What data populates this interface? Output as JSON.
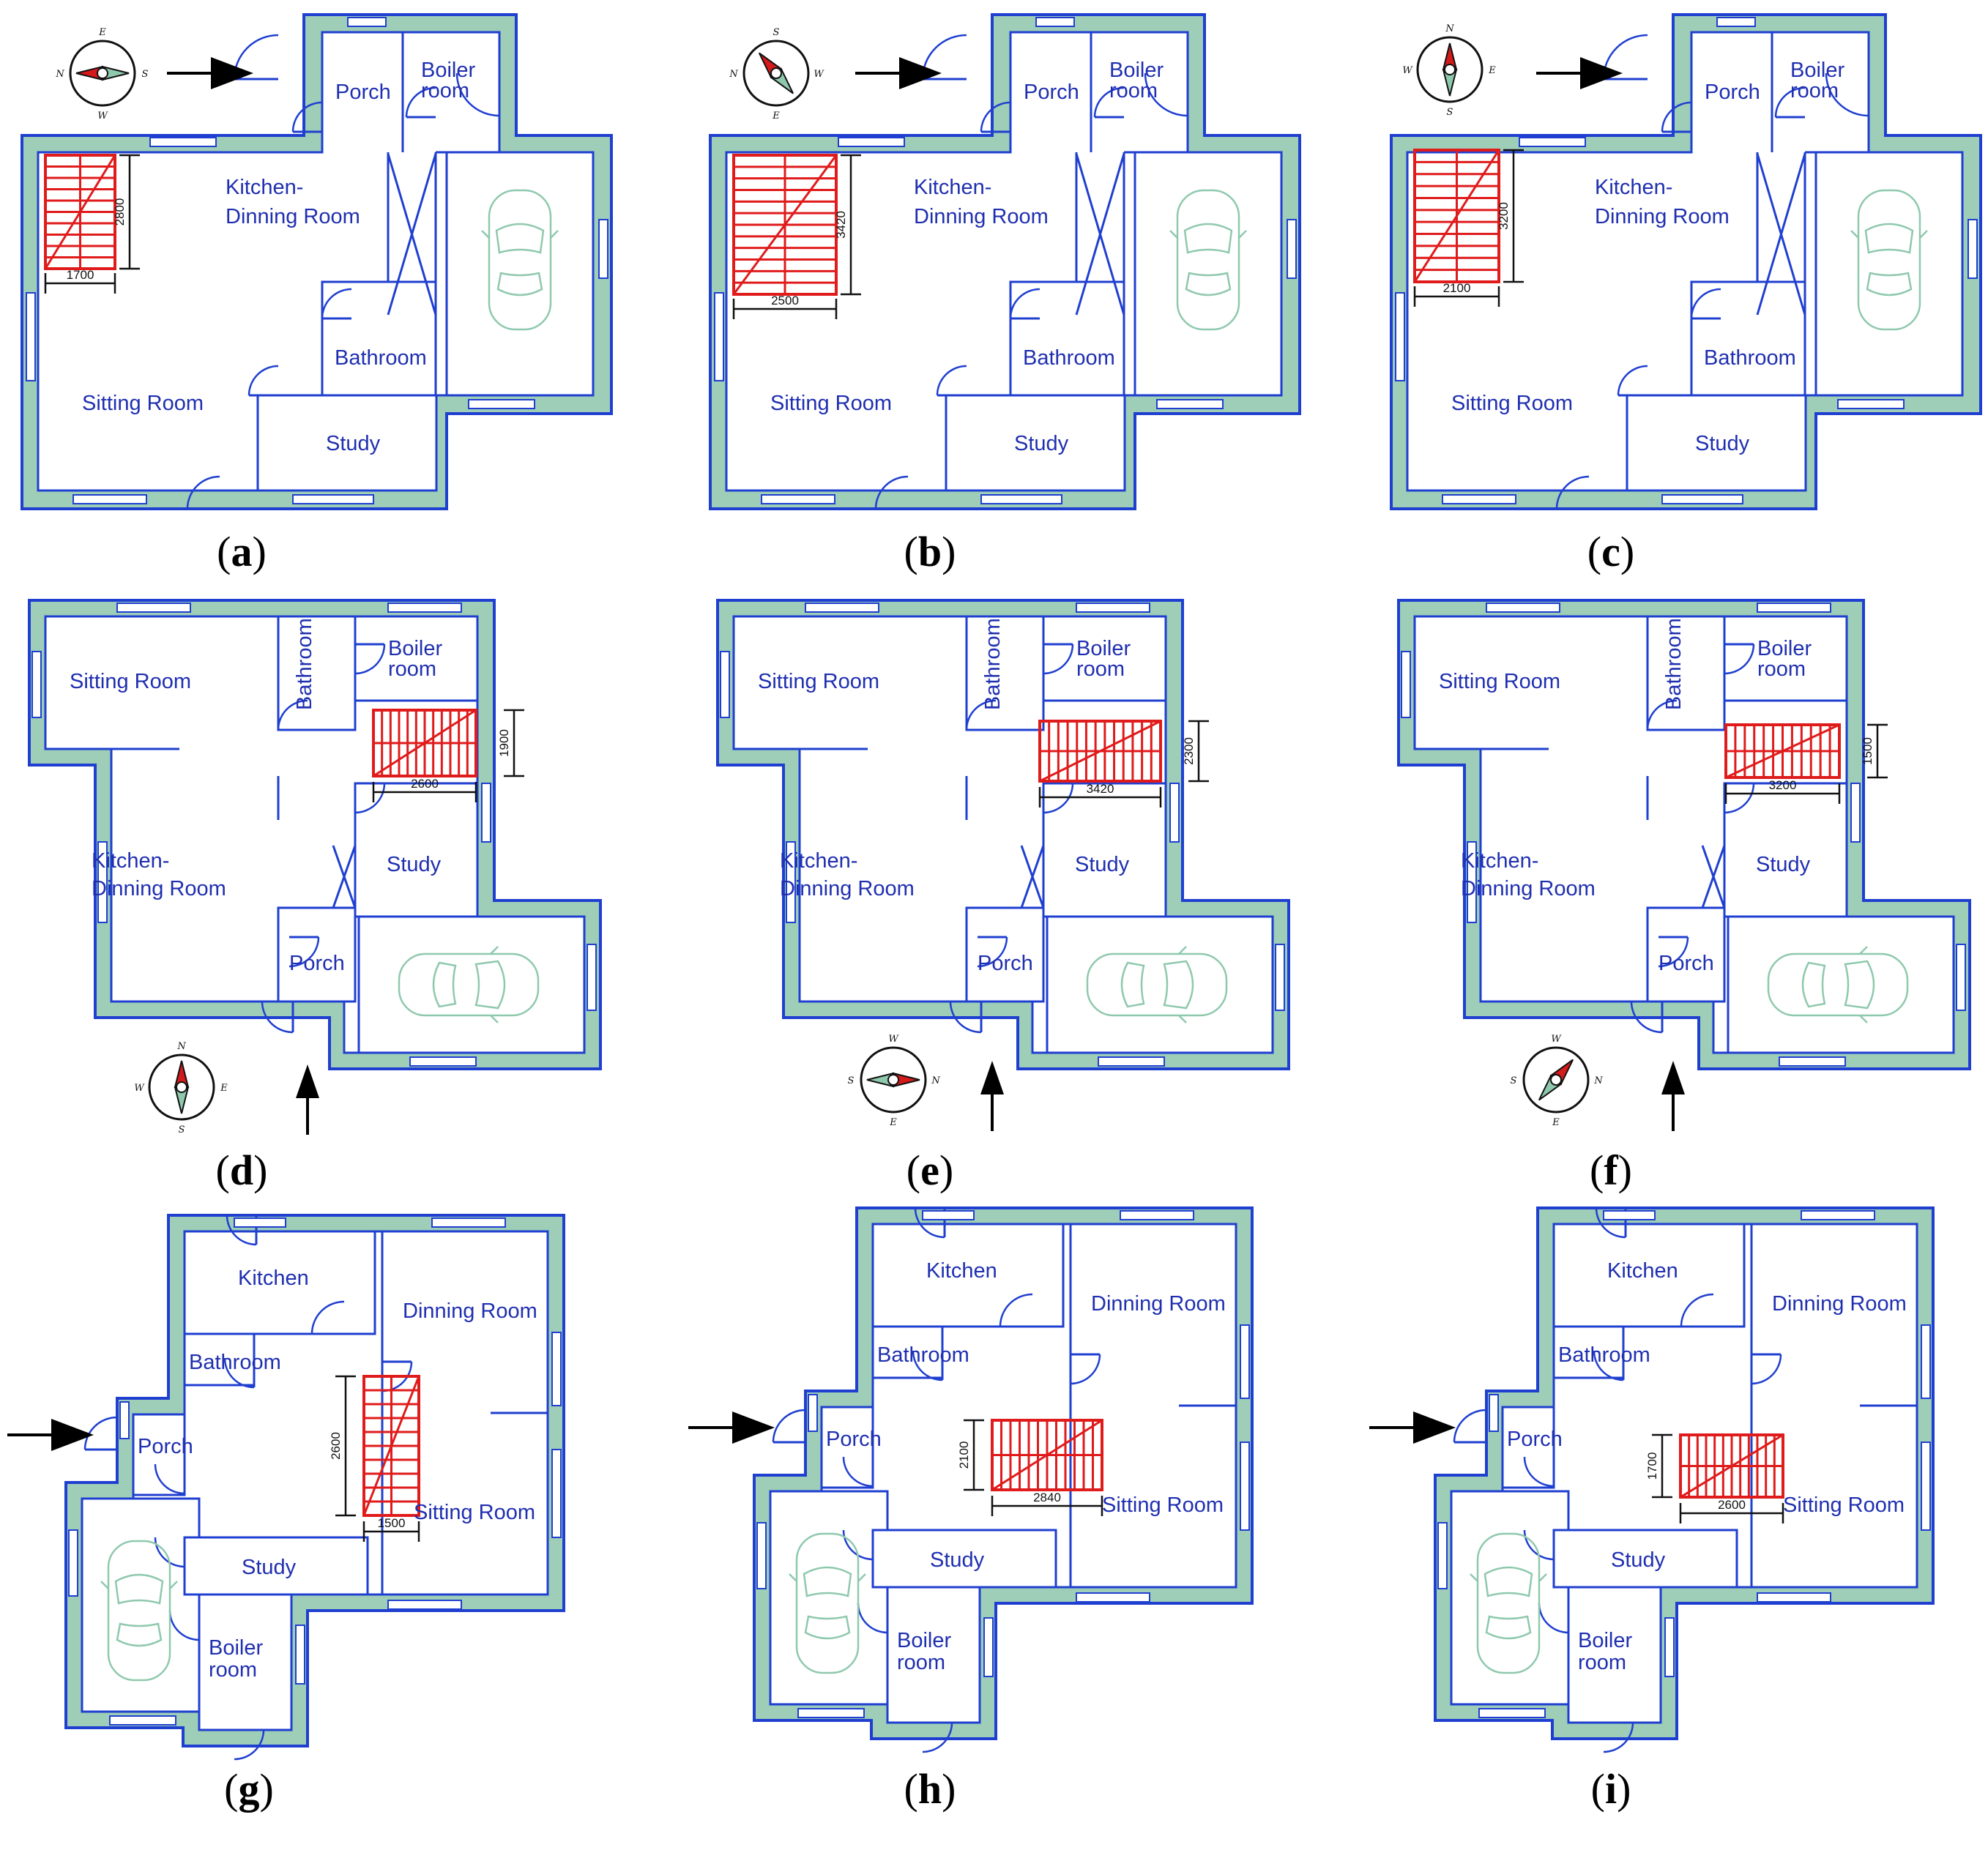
{
  "colors": {
    "wall": "#9ecdb8",
    "outline": "#1f3fd0",
    "stair": "#e01b1b",
    "label": "#1f2fb0",
    "car": "#8fc9ad"
  },
  "panels": [
    {
      "caption": "a",
      "rooms": {
        "porch": "Porch",
        "boiler_l1": "Boiler",
        "boiler_l2": "room",
        "kitchen_l1": "Kitchen-",
        "kitchen_l2": "Dinning Room",
        "bathroom": "Bathroom",
        "sitting": "Sitting Room",
        "study": "Study"
      },
      "dims": {
        "vertical": "2800",
        "horizontal": "1700"
      },
      "compass": {
        "top": "E",
        "right": "S",
        "bottom": "W",
        "left": "N"
      },
      "entrance_arrow": "arrow-right"
    },
    {
      "caption": "b",
      "rooms": {
        "porch": "Porch",
        "boiler_l1": "Boiler",
        "boiler_l2": "room",
        "kitchen_l1": "Kitchen-",
        "kitchen_l2": "Dinning Room",
        "bathroom": "Bathroom",
        "sitting": "Sitting Room",
        "study": "Study"
      },
      "dims": {
        "vertical": "3420",
        "horizontal": "2500"
      },
      "compass": {
        "top": "S",
        "right": "W",
        "bottom": "E",
        "left": "N"
      },
      "entrance_arrow": "arrow-right"
    },
    {
      "caption": "c",
      "rooms": {
        "porch": "Porch",
        "boiler_l1": "Boiler",
        "boiler_l2": "room",
        "kitchen_l1": "Kitchen-",
        "kitchen_l2": "Dinning Room",
        "bathroom": "Bathroom",
        "sitting": "Sitting Room",
        "study": "Study"
      },
      "dims": {
        "vertical": "3200",
        "horizontal": "2100"
      },
      "compass": {
        "top": "N",
        "right": "E",
        "bottom": "S",
        "left": "W"
      },
      "entrance_arrow": "arrow-right"
    },
    {
      "caption": "d",
      "rooms": {
        "sitting": "Sitting Room",
        "bathroom": "Bathroom",
        "boiler_l1": "Boiler",
        "boiler_l2": "room",
        "kitchen_l1": "Kitchen-",
        "kitchen_l2": "Dinning Room",
        "study": "Study",
        "porch": "Porch"
      },
      "dims": {
        "vertical": "1900",
        "horizontal": "2600"
      },
      "compass": {
        "top": "N",
        "right": "E",
        "bottom": "S",
        "left": "W"
      },
      "entrance_arrow": "arrow-up"
    },
    {
      "caption": "e",
      "rooms": {
        "sitting": "Sitting Room",
        "bathroom": "Bathroom",
        "boiler_l1": "Boiler",
        "boiler_l2": "room",
        "kitchen_l1": "Kitchen-",
        "kitchen_l2": "Dinning Room",
        "study": "Study",
        "porch": "Porch"
      },
      "dims": {
        "vertical": "2300",
        "horizontal": "3420"
      },
      "compass": {
        "top": "W",
        "right": "N",
        "bottom": "E",
        "left": "S"
      },
      "entrance_arrow": "arrow-up"
    },
    {
      "caption": "f",
      "rooms": {
        "sitting": "Sitting Room",
        "bathroom": "Bathroom",
        "boiler_l1": "Boiler",
        "boiler_l2": "room",
        "kitchen_l1": "Kitchen-",
        "kitchen_l2": "Dinning Room",
        "study": "Study",
        "porch": "Porch"
      },
      "dims": {
        "vertical": "1500",
        "horizontal": "3200"
      },
      "compass": {
        "top": "W",
        "right": "N",
        "bottom": "E",
        "left": "S"
      },
      "entrance_arrow": "arrow-up"
    },
    {
      "caption": "g",
      "rooms": {
        "kitchen": "Kitchen",
        "dinning": "Dinning Room",
        "bathroom": "Bathroom",
        "porch": "Porch",
        "sitting": "Sitting Room",
        "study": "Study",
        "boiler_l1": "Boiler",
        "boiler_l2": "room"
      },
      "dims": {
        "vertical": "2600",
        "horizontal": "1500"
      },
      "entrance_arrow": "arrow-right"
    },
    {
      "caption": "h",
      "rooms": {
        "kitchen": "Kitchen",
        "dinning": "Dinning Room",
        "bathroom": "Bathroom",
        "porch": "Porch",
        "sitting": "Sitting Room",
        "study": "Study",
        "boiler_l1": "Boiler",
        "boiler_l2": "room"
      },
      "dims": {
        "vertical": "2100",
        "horizontal": "2840"
      },
      "entrance_arrow": "arrow-right"
    },
    {
      "caption": "i",
      "rooms": {
        "kitchen": "Kitchen",
        "dinning": "Dinning Room",
        "bathroom": "Bathroom",
        "porch": "Porch",
        "sitting": "Sitting Room",
        "study": "Study",
        "boiler_l1": "Boiler",
        "boiler_l2": "room"
      },
      "dims": {
        "vertical": "1700",
        "horizontal": "2600"
      },
      "entrance_arrow": "arrow-right"
    }
  ]
}
